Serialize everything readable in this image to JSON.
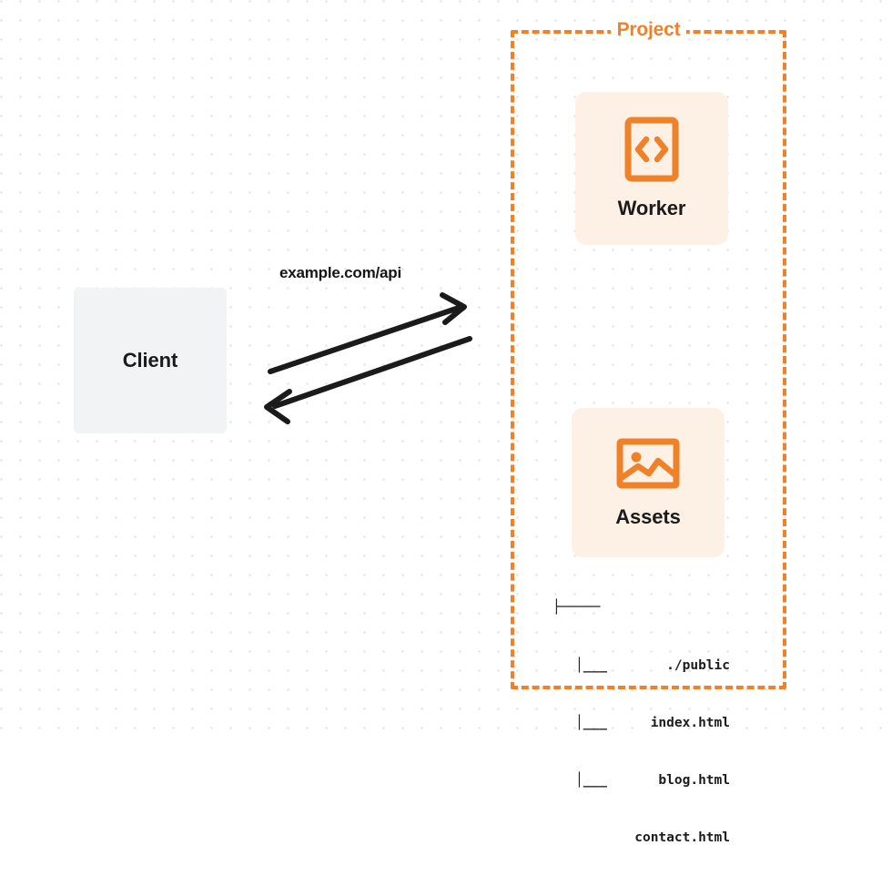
{
  "diagram": {
    "type": "architecture-flow",
    "background": "dot-grid",
    "colors": {
      "accent": "#ef8228",
      "card_background": "#fdf1e5",
      "client_background": "#f2f3f5",
      "text": "#1b1b1b",
      "arrow": "#1b1b1b",
      "dot_grid": "#e8e8ea"
    }
  },
  "client": {
    "label": "Client"
  },
  "connection": {
    "label": "example.com/api",
    "request_direction": "client-to-project",
    "response_direction": "project-to-client"
  },
  "project": {
    "title": "Project",
    "cards": [
      {
        "id": "worker",
        "label": "Worker",
        "icon": "code-brackets-icon"
      },
      {
        "id": "assets",
        "label": "Assets",
        "icon": "image-picture-icon"
      }
    ],
    "file_tree": {
      "root": {
        "connector": "├─────",
        "name": "./public"
      },
      "children": [
        {
          "connector": "│___",
          "name": "index.html"
        },
        {
          "connector": "│___",
          "name": "blog.html"
        },
        {
          "connector": "│___",
          "name": "contact.html"
        }
      ]
    }
  }
}
